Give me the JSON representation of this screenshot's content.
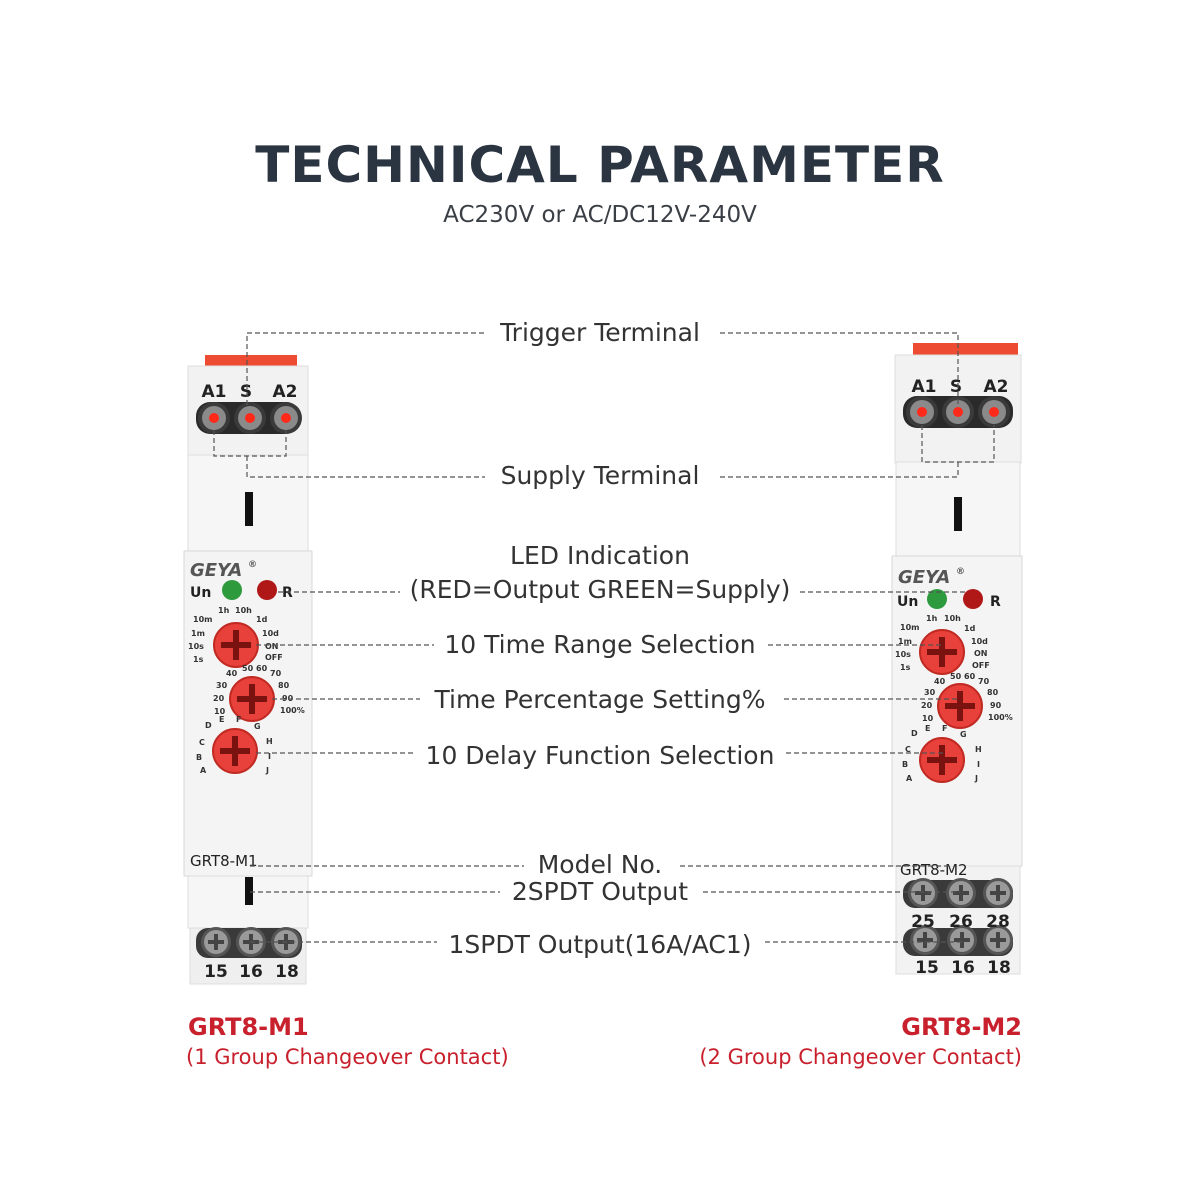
{
  "header": {
    "title": "TECHNICAL PARAMETER",
    "subtitle": "AC230V or AC/DC12V-240V"
  },
  "callouts": {
    "trigger": "Trigger Terminal",
    "supply": "Supply Terminal",
    "led_line1": "LED Indication",
    "led_line2": "(RED=Output GREEN=Supply)",
    "time_range": "10 Time Range Selection",
    "time_pct": "Time Percentage Setting%",
    "delay_fn": "10 Delay Function Selection",
    "model_no": "Model No.",
    "out_2spdt": "2SPDT Output",
    "out_1spdt": "1SPDT Output(16A/AC1)"
  },
  "device_labels": {
    "brand": "GEYA",
    "brand_mark": "®",
    "terminal_top": [
      "A1",
      "S",
      "A2"
    ],
    "led_un": "Un",
    "led_r": "R",
    "range_marks": [
      "10m",
      "1h",
      "10h",
      "1d",
      "10d",
      "ON",
      "OFF",
      "1m",
      "10s",
      "1s"
    ],
    "pct_marks": [
      "40",
      "50",
      "60",
      "70",
      "30",
      "80",
      "20",
      "90",
      "10",
      "100%"
    ],
    "fn_marks": [
      "D",
      "E",
      "F",
      "G",
      "C",
      "H",
      "B",
      "I",
      "A",
      "J"
    ],
    "bottom_1": [
      "15",
      "16",
      "18"
    ],
    "bottom_2": [
      "25",
      "26",
      "28"
    ]
  },
  "devices": [
    {
      "model_label": "GRT8-M1",
      "caption_model": "GRT8-M1",
      "caption_desc": "(1 Group Changeover Contact)"
    },
    {
      "model_label": "GRT8-M2",
      "caption_model": "GRT8-M2",
      "caption_desc": "(2 Group Changeover Contact)"
    }
  ],
  "colors": {
    "title": "#2b3441",
    "accent_red": "#c8202c",
    "knob_red": "#e8403a",
    "terminal_red": "#ff2a1a",
    "led_green": "#2e9a3e",
    "led_red": "#b01818",
    "body": "#f4f4f4"
  }
}
